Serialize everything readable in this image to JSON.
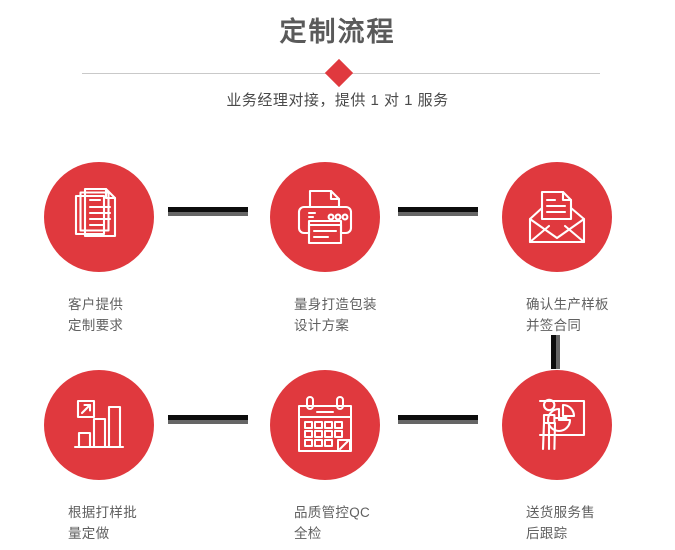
{
  "header": {
    "title": "定制流程",
    "subtitle": "业务经理对接，提供 1 对 1 服务",
    "divider_icon": "diamond-icon",
    "accent_color": "#e0393e",
    "divider_line_color": "#c9c9c9",
    "title_color": "#5a5a5a"
  },
  "flow": {
    "connector_colors": {
      "dark": "#0d0d0d",
      "light": "#666666"
    },
    "steps": [
      {
        "index": "1",
        "icon": "documents-stack-icon",
        "label": "客户提供\n定制要求"
      },
      {
        "index": "2",
        "icon": "printer-icon",
        "label": "量身打造包装\n设计方案"
      },
      {
        "index": "3",
        "icon": "open-envelope-letter-icon",
        "label": "确认生产样板\n并签合同"
      },
      {
        "index": "4",
        "icon": "bar-chart-growth-icon",
        "label": "根据打样批\n量定做"
      },
      {
        "index": "5",
        "icon": "calendar-icon",
        "label": "品质管控QC\n全检"
      },
      {
        "index": "6",
        "icon": "presenter-pie-chart-icon",
        "label": "送货服务售\n后跟踪"
      }
    ]
  }
}
